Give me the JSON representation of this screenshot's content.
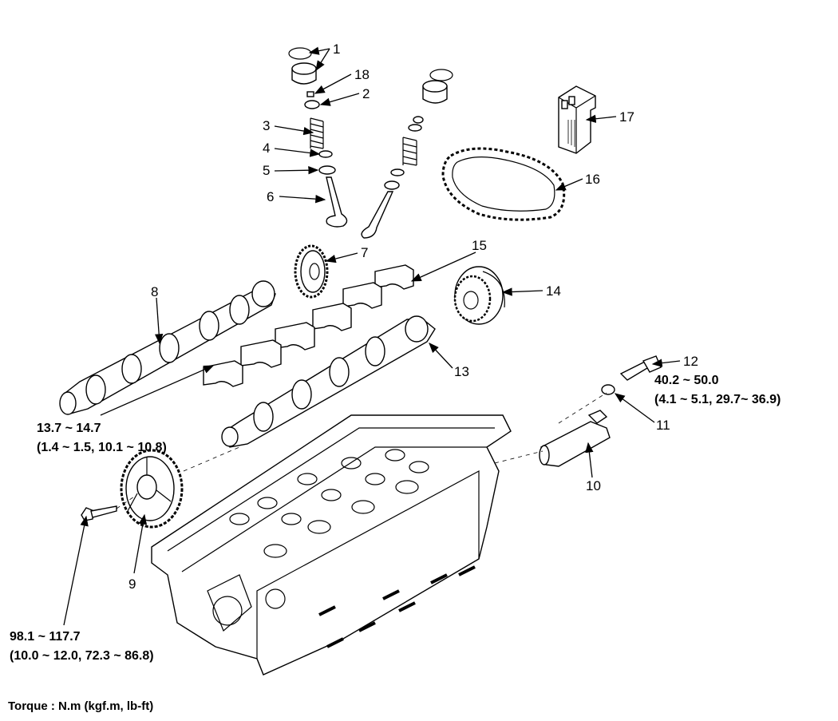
{
  "callouts": {
    "c1": "1",
    "c2": "2",
    "c3": "3",
    "c4": "4",
    "c5": "5",
    "c6": "6",
    "c7": "7",
    "c8": "8",
    "c9": "9",
    "c10": "10",
    "c11": "11",
    "c12": "12",
    "c13": "13",
    "c14": "14",
    "c15": "15",
    "c16": "16",
    "c17": "17",
    "c18": "18"
  },
  "torques": {
    "cam_cap": {
      "nm": "13.7 ~ 14.7",
      "alt": "(1.4 ~ 1.5, 10.1 ~ 10.8)"
    },
    "sprocket": {
      "nm": "98.1 ~ 117.7",
      "alt": "(10.0 ~ 12.0, 72.3 ~ 86.8)"
    },
    "ocv_bolt": {
      "nm": "40.2 ~ 50.0",
      "alt": "(4.1 ~ 5.1, 29.7~ 36.9)"
    }
  },
  "legend": "Torque : N.m (kgf.m, lb-ft)"
}
